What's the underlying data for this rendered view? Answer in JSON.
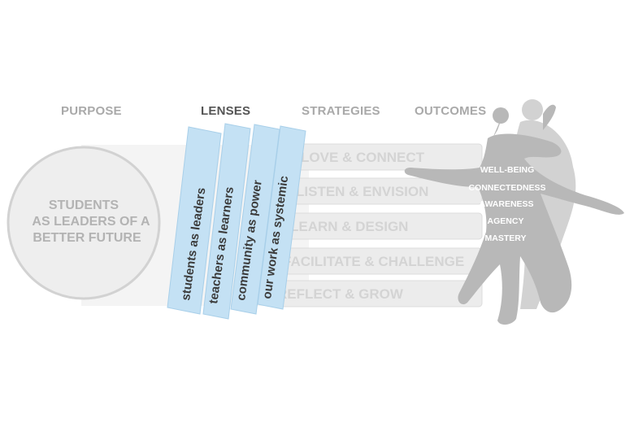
{
  "headers": {
    "purpose": "PURPOSE",
    "lenses": "LENSES",
    "strategies": "STRATEGIES",
    "outcomes": "OUTCOMES"
  },
  "purpose": {
    "line1": "STUDENTS",
    "line2": "AS LEADERS OF A",
    "line3": "BETTER FUTURE"
  },
  "lenses": [
    "students as leaders",
    "teachers as learners",
    "community as power",
    "our work as systemic"
  ],
  "strategies": [
    "LOVE & CONNECT",
    "LISTEN & ENVISION",
    "LEARN & DESIGN",
    "FACILITATE & CHALLENGE",
    "REFLECT & GROW"
  ],
  "outcomes": [
    "WELL-BEING",
    "CONNECTEDNESS",
    "AWARENESS",
    "AGENCY",
    "MASTERY"
  ],
  "colors": {
    "lens_fill": "#c4e1f4",
    "lens_border": "#a8cfe9",
    "circle_fill": "#eeeeee",
    "band_fill": "#ececec",
    "figure_fill": "#b4b4b4"
  }
}
